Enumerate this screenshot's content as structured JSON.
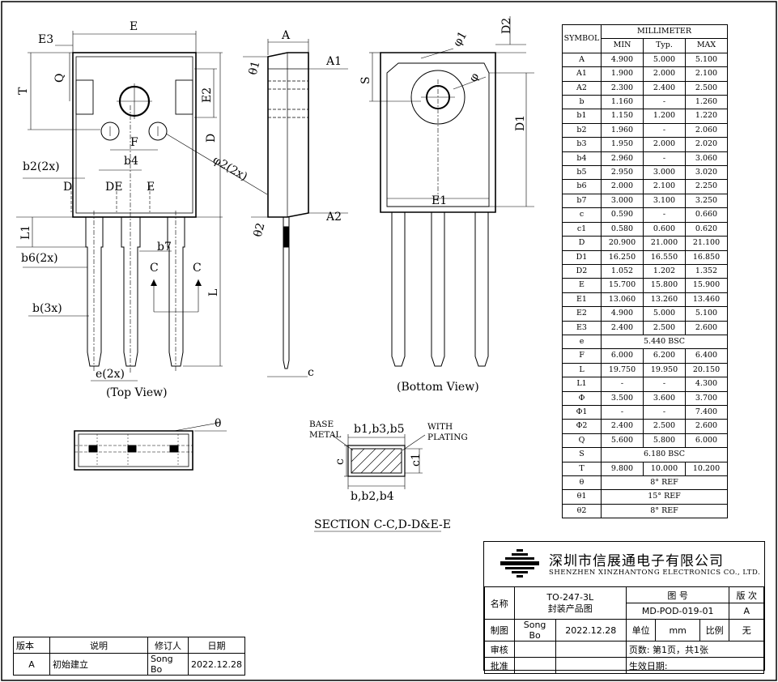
{
  "views": {
    "top_view_label": "(Top View)",
    "bottom_view_label": "(Bottom View)",
    "section_label": "SECTION C-C,D-D&E-E",
    "base_metal_line1": "BASE",
    "base_metal_line2": "METAL",
    "with_plating_line1": "WITH",
    "with_plating_line2": "PLATING"
  },
  "dim_labels": {
    "E": "E",
    "E3": "E3",
    "T": "T",
    "Q": "Q",
    "E2": "E2",
    "D": "D",
    "F": "F",
    "phi2": "φ2(2x)",
    "b2": "b2(2x)",
    "b4": "b4",
    "D_mark": "D",
    "DE_mark": "DE",
    "E_mark": "E",
    "L1": "L1",
    "b6": "b6(2x)",
    "b7": "b7",
    "C1": "C",
    "C2": "C",
    "L": "L",
    "b3x": "b(3x)",
    "e2x": "e(2x)",
    "A": "A",
    "A1": "A1",
    "A2": "A2",
    "theta1": "θ1",
    "theta2": "θ2",
    "c": "c",
    "S": "S",
    "phi1": "φ1",
    "phi": "φ",
    "D2": "D2",
    "D1": "D1",
    "E1": "E1",
    "theta": "θ",
    "sec_top": "b1,b3,b5",
    "sec_bottom": "b,b2,b4",
    "sec_c": "c",
    "sec_c1": "c1"
  },
  "dim_table": {
    "header_symbol": "SYMBOL",
    "header_unit": "MILLIMETER",
    "header_min": "MIN",
    "header_typ": "Typ.",
    "header_max": "MAX",
    "rows": [
      [
        "A",
        "4.900",
        "5.000",
        "5.100"
      ],
      [
        "A1",
        "1.900",
        "2.000",
        "2.100"
      ],
      [
        "A2",
        "2.300",
        "2.400",
        "2.500"
      ],
      [
        "b",
        "1.160",
        "-",
        "1.260"
      ],
      [
        "b1",
        "1.150",
        "1.200",
        "1.220"
      ],
      [
        "b2",
        "1.960",
        "-",
        "2.060"
      ],
      [
        "b3",
        "1.950",
        "2.000",
        "2.020"
      ],
      [
        "b4",
        "2.960",
        "-",
        "3.060"
      ],
      [
        "b5",
        "2.950",
        "3.000",
        "3.020"
      ],
      [
        "b6",
        "2.000",
        "2.100",
        "2.250"
      ],
      [
        "b7",
        "3.000",
        "3.100",
        "3.250"
      ],
      [
        "c",
        "0.590",
        "-",
        "0.660"
      ],
      [
        "c1",
        "0.580",
        "0.600",
        "0.620"
      ],
      [
        "D",
        "20.900",
        "21.000",
        "21.100"
      ],
      [
        "D1",
        "16.250",
        "16.550",
        "16.850"
      ],
      [
        "D2",
        "1.052",
        "1.202",
        "1.352"
      ],
      [
        "E",
        "15.700",
        "15.800",
        "15.900"
      ],
      [
        "E1",
        "13.060",
        "13.260",
        "13.460"
      ],
      [
        "E2",
        "4.900",
        "5.000",
        "5.100"
      ],
      [
        "E3",
        "2.400",
        "2.500",
        "2.600"
      ],
      [
        "e",
        "5.440 BSC"
      ],
      [
        "F",
        "6.000",
        "6.200",
        "6.400"
      ],
      [
        "L",
        "19.750",
        "19.950",
        "20.150"
      ],
      [
        "L1",
        "-",
        "-",
        "4.300"
      ],
      [
        "Φ",
        "3.500",
        "3.600",
        "3.700"
      ],
      [
        "Φ1",
        "-",
        "-",
        "7.400"
      ],
      [
        "Φ2",
        "2.400",
        "2.500",
        "2.600"
      ],
      [
        "Q",
        "5.600",
        "5.800",
        "6.000"
      ],
      [
        "S",
        "6.180 BSC"
      ],
      [
        "T",
        "9.800",
        "10.000",
        "10.200"
      ],
      [
        "θ",
        "8° REF"
      ],
      [
        "θ1",
        "15° REF"
      ],
      [
        "θ2",
        "8° REF"
      ]
    ]
  },
  "revision": {
    "h_version": "版本",
    "h_desc": "说明",
    "h_reviser": "修订人",
    "h_date": "日期",
    "version": "A",
    "desc": "初始建立",
    "reviser": "Song Bo",
    "date": "2022.12.28"
  },
  "title_block": {
    "company_cn": "深圳市信展通电子有限公司",
    "company_en": "SHENZHEN XINZHANTONG ELECTRONICS CO., LTD.",
    "name_label": "名称",
    "package": "TO-247-3L",
    "package_desc": "封装产品图",
    "drawing_no_label": "图 号",
    "drawing_no": "MD-POD-019-01",
    "version_label": "版 次",
    "version": "A",
    "made_label": "制图",
    "made_by": "Song Bo",
    "made_date": "2022.12.28",
    "unit_label": "单位",
    "unit": "mm",
    "scale_label": "比例",
    "scale": "无",
    "check_label": "审核",
    "pages": "页数:   第1页，共1张",
    "approve_label": "批准",
    "effective": "生效日期:"
  }
}
